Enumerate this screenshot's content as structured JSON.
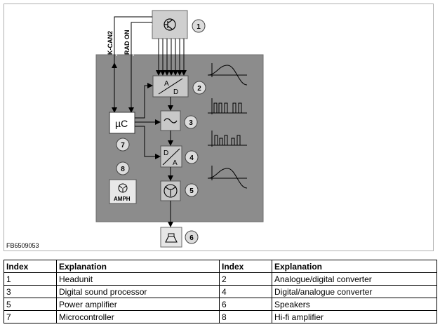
{
  "figure": {
    "code": "FB6509053",
    "bus_labels": {
      "kcan": "K-CAN2",
      "radon": "RAD ON"
    },
    "block_labels": {
      "microcontroller": "µC",
      "ad_top": "A",
      "ad_bottom": "D",
      "da_top": "D",
      "da_bottom": "A",
      "amph": "AMPH"
    },
    "callouts": [
      "1",
      "2",
      "3",
      "4",
      "5",
      "6",
      "7",
      "8"
    ]
  },
  "legend": {
    "headers": [
      "Index",
      "Explanation",
      "Index",
      "Explanation"
    ],
    "rows": [
      [
        "1",
        "Headunit",
        "2",
        "Analogue/digital converter"
      ],
      [
        "3",
        "Digital sound processor",
        "4",
        "Digital/analogue converter"
      ],
      [
        "5",
        "Power amplifier",
        "6",
        "Speakers"
      ],
      [
        "7",
        "Microcontroller",
        "8",
        "Hi-fi amplifier"
      ]
    ]
  }
}
